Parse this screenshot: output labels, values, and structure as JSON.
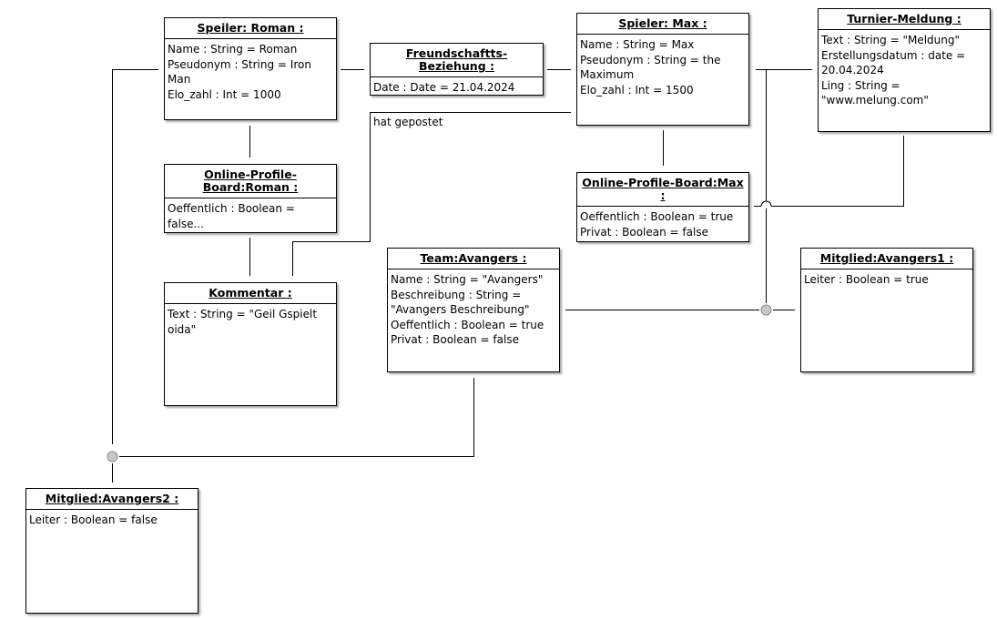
{
  "objects": {
    "roman": {
      "title": "Speiler: Roman :",
      "attrs": [
        "Name : String = Roman",
        "Pseudonym : String = Iron Man",
        "Elo_zahl : Int = 1000"
      ]
    },
    "freundschaft": {
      "title": "Freundschaftts-Beziehung :",
      "attrs": [
        "Date : Date = 21.04.2024"
      ]
    },
    "max": {
      "title": "Spieler: Max :",
      "attrs": [
        "Name : String = Max",
        "Pseudonym : String = the Maximum",
        "Elo_zahl : Int = 1500"
      ]
    },
    "turnier": {
      "title": "Turnier-Meldung :",
      "attrs": [
        "Text : String = \"Meldung\"",
        "Erstellungsdatum : date = 20.04.2024",
        "Ling : String = \"www.melung.com\""
      ]
    },
    "profile_roman": {
      "title": "Online-Profile-Board:Roman :",
      "attrs": [
        "Oeffentlich : Boolean = false..."
      ]
    },
    "profile_max": {
      "title": "Online-Profile-Board:Max :",
      "attrs": [
        "Oeffentlich : Boolean = true",
        "Privat : Boolean = false"
      ]
    },
    "kommentar": {
      "title": "Kommentar :",
      "attrs": [
        "Text : String = \"Geil Gspielt oida\""
      ]
    },
    "team": {
      "title": "Team:Avangers :",
      "attrs": [
        "Name : String = \"Avangers\"",
        "Beschreibung : String = \"Avangers Beschreibung\"",
        "Oeffentlich : Boolean = true",
        "Privat : Boolean = false"
      ]
    },
    "mitglied1": {
      "title": "Mitglied:Avangers1 :",
      "attrs": [
        "Leiter : Boolean = true"
      ]
    },
    "mitglied2": {
      "title": "Mitglied:Avangers2 :",
      "attrs": [
        "Leiter : Boolean = false"
      ]
    }
  },
  "labels": {
    "hat_gepostet": "hat gepostet"
  }
}
